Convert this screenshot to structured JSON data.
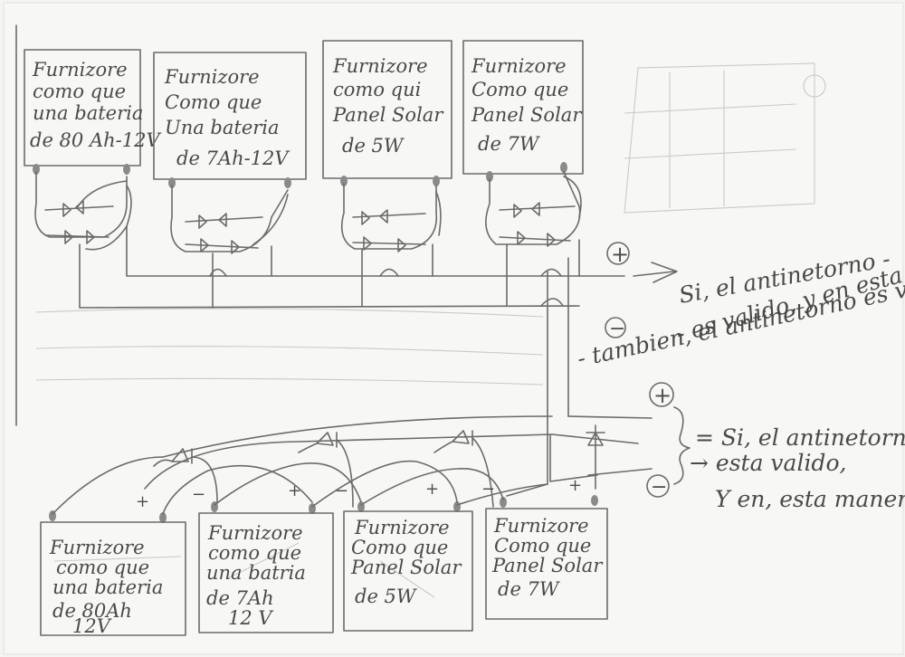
{
  "top_row": [
    {
      "lines": [
        "Furnizore",
        "como que",
        "una bateria",
        "de 80 Ah-12V"
      ]
    },
    {
      "lines": [
        "Furnizore",
        "Como que",
        "Una bateria",
        "de 7Ah-12V"
      ]
    },
    {
      "lines": [
        "Furnizore",
        "como qui",
        "Panel Solar",
        "de 5W"
      ]
    },
    {
      "lines": [
        "Furnizore",
        "Como que",
        "Panel Solar",
        "de 7W"
      ]
    }
  ],
  "bottom_row": [
    {
      "lines": [
        "Furnizore",
        "como que",
        "una bateria",
        "de 80Ah",
        "12V"
      ]
    },
    {
      "lines": [
        "Furnizore",
        "como que",
        "una batria",
        "de 7Ah",
        "12 V"
      ]
    },
    {
      "lines": [
        "Furnizore",
        "Como que",
        "Panel Solar",
        "de 5W"
      ]
    },
    {
      "lines": [
        "Furnizore",
        "Como que",
        "Panel Solar",
        "de 7W"
      ]
    }
  ],
  "symbols": {
    "plus": "+",
    "minus": "−"
  },
  "notes": {
    "top_plus": "Si, el antinetorno -",
    "top_plus_2": "- es valido, y en esta manera",
    "top_minus": "- tambien, el antinetorno es valido y au",
    "bottom_1": "= Si, el antinetorno",
    "bottom_2": "→ esta valido,",
    "bottom_3": "Y en, esta manera"
  }
}
